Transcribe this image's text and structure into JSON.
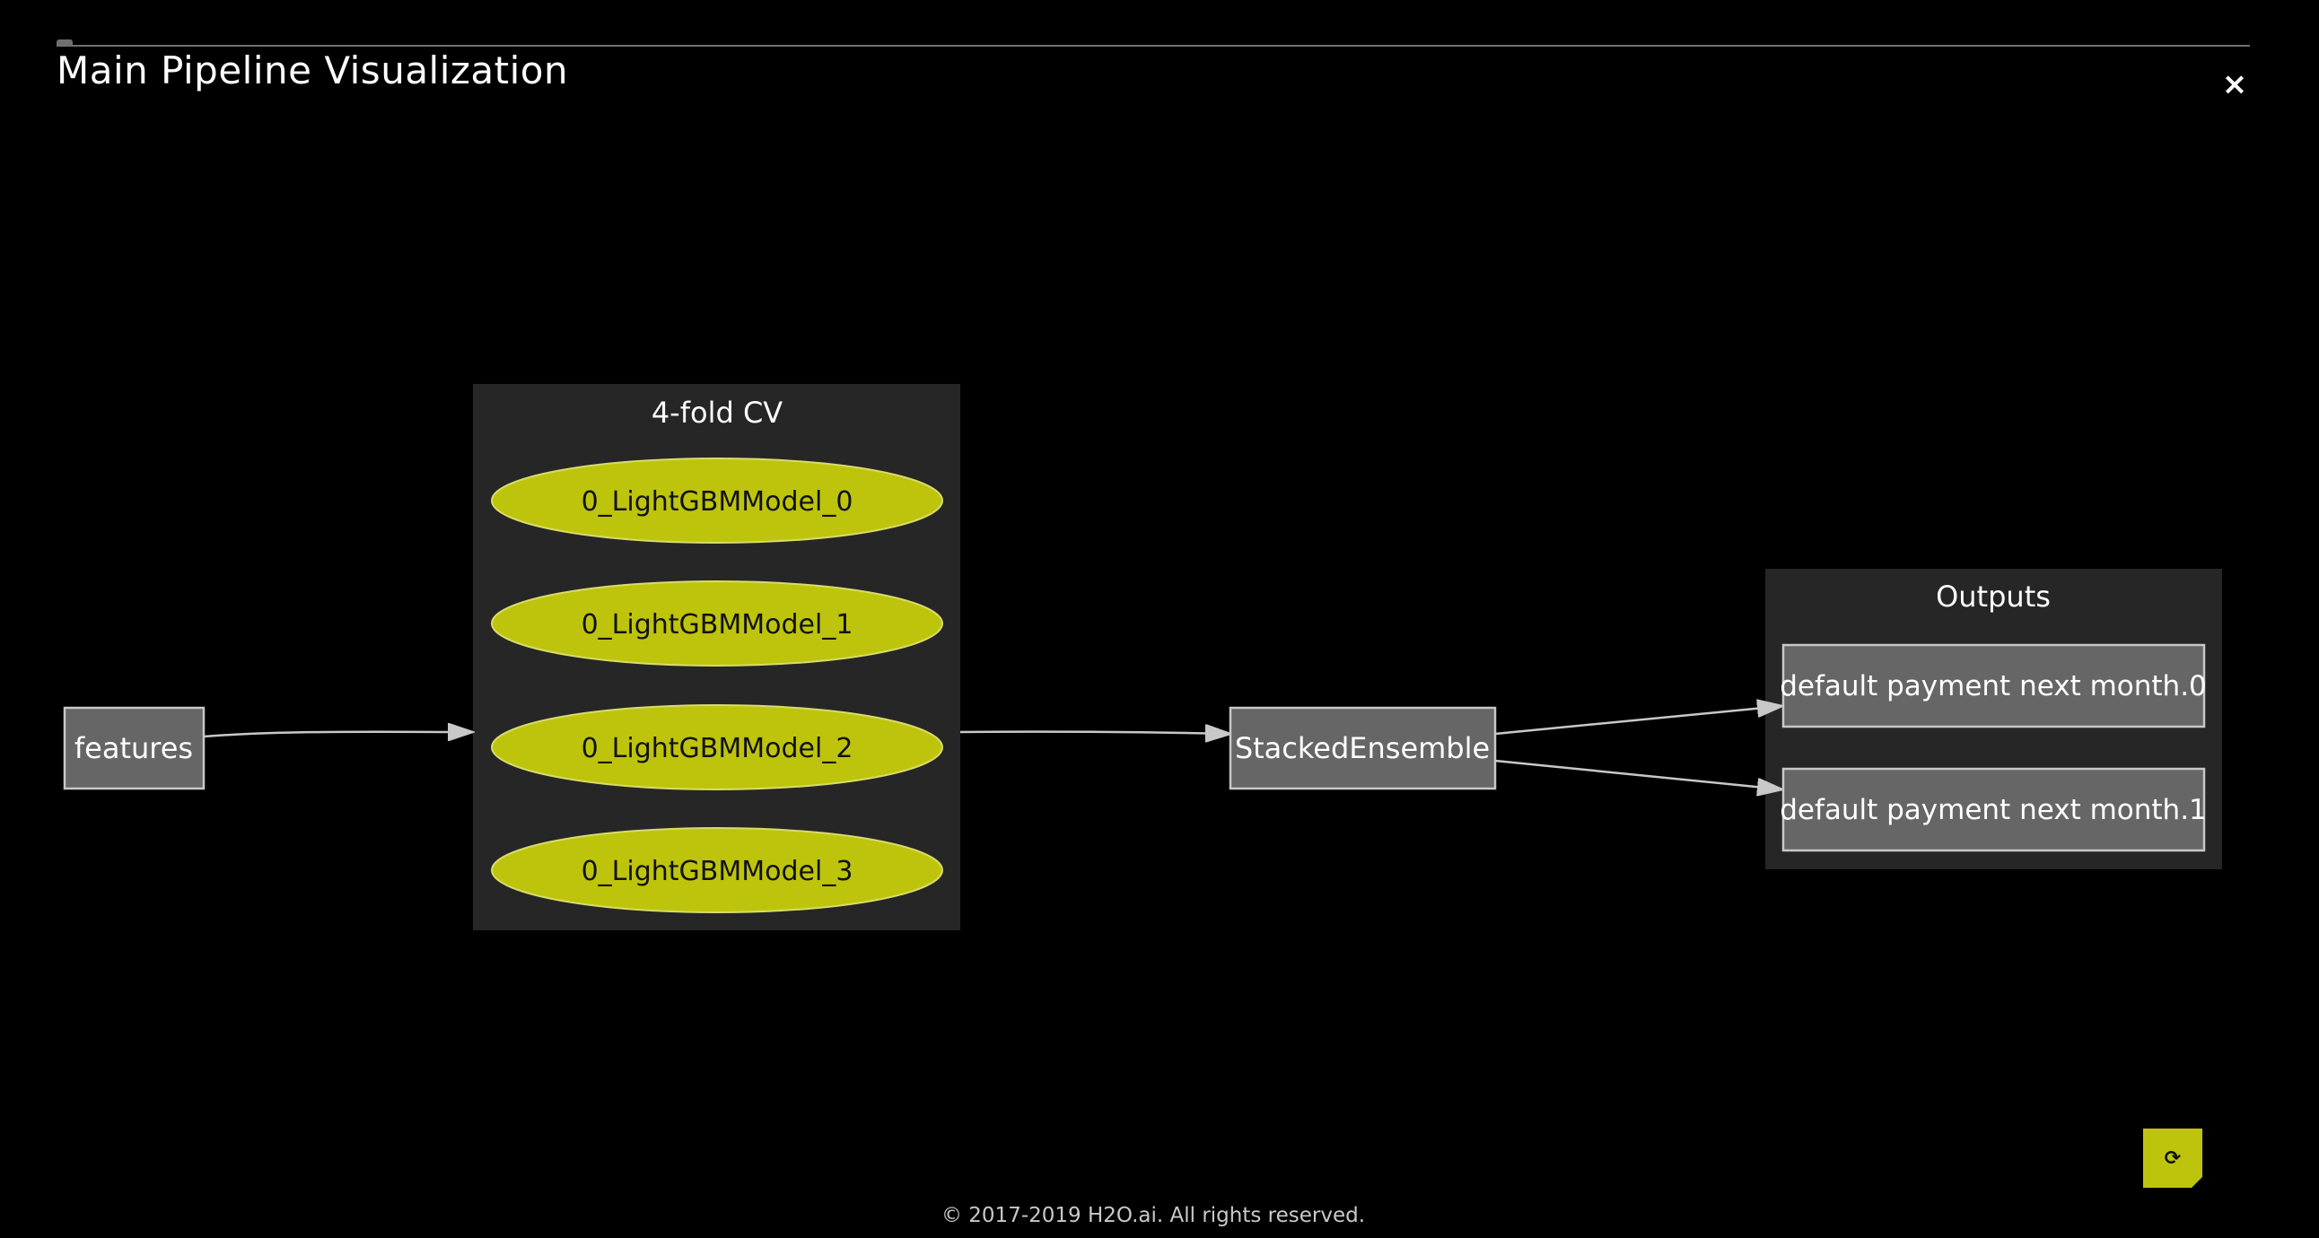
{
  "dialog": {
    "title": "Main Pipeline Visualization",
    "close_icon": "close-icon",
    "close_glyph": "×"
  },
  "graph": {
    "input_node": "features",
    "cv_cluster": {
      "label": "4-fold CV",
      "models": [
        "0_LightGBMModel_0",
        "0_LightGBMModel_1",
        "0_LightGBMModel_2",
        "0_LightGBMModel_3"
      ]
    },
    "ensemble_node": "StackedEnsemble",
    "outputs_cluster": {
      "label": "Outputs",
      "items": [
        "default payment next month.0",
        "default payment next month.1"
      ]
    },
    "colors": {
      "cluster_bg": "#262626",
      "node_fill": "#666666",
      "node_stroke": "#c8c8c8",
      "model_fill": "#bec40b",
      "model_text": "#111111",
      "edge": "#c8c8c8"
    }
  },
  "refresh": {
    "icon": "refresh-icon",
    "glyph": "⟳"
  },
  "footer": {
    "copyright": "© 2017-2019 H2O.ai. All rights reserved."
  }
}
